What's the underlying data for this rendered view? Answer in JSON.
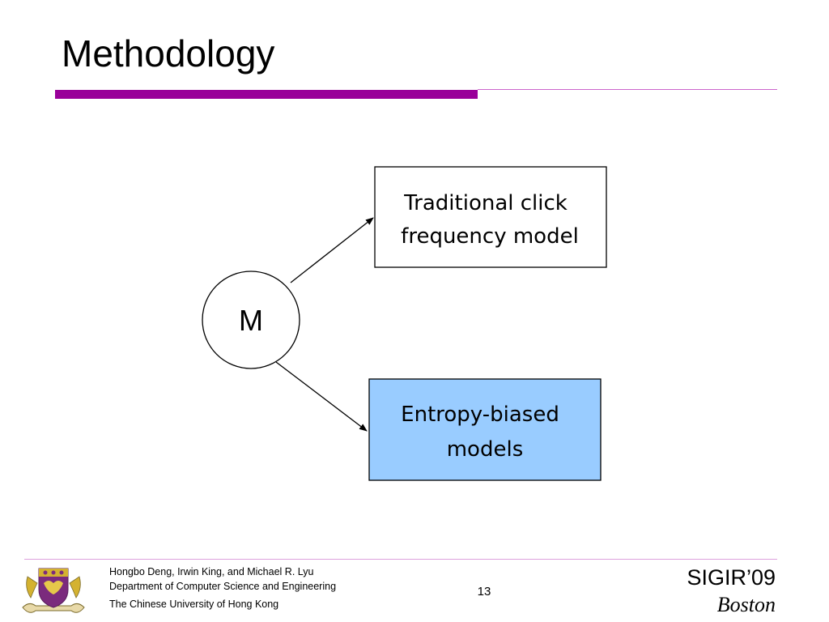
{
  "slide": {
    "title": "Methodology",
    "accent_color": "#990099",
    "accent_light_color": "#cc66cc"
  },
  "diagram": {
    "center_node": {
      "label": "M"
    },
    "nodes": [
      {
        "id": "traditional",
        "lines": [
          "Traditional click",
          "frequency model"
        ],
        "fill": "#ffffff"
      },
      {
        "id": "entropy",
        "lines": [
          "Entropy-biased",
          "models"
        ],
        "fill": "#99ccff"
      }
    ],
    "edges": [
      {
        "from": "M",
        "to": "traditional"
      },
      {
        "from": "M",
        "to": "entropy"
      }
    ]
  },
  "footer": {
    "authors": "Hongbo Deng, Irwin King, and Michael R. Lyu",
    "department": "Department of Computer Science and Engineering",
    "university": "The Chinese University of Hong Kong",
    "page_number": "13",
    "conference": "SIGIR’09",
    "city": "Boston",
    "logo_icon": "cuhk-crest-icon"
  }
}
